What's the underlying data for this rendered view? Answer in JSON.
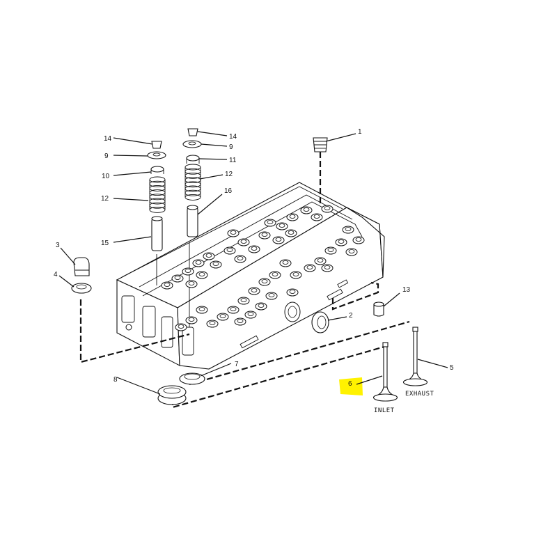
{
  "labels": {
    "n1": "1",
    "n2": "2",
    "n3": "3",
    "n4": "4",
    "n5": "5",
    "n6": "6",
    "n7": "7",
    "n8": "8",
    "n9a": "9",
    "n9b": "9",
    "n10": "10",
    "n11": "11",
    "n12a": "12",
    "n12b": "12",
    "n13": "13",
    "n14a": "14",
    "n14b": "14",
    "n15": "15",
    "n16": "16"
  },
  "captions": {
    "inlet": "INLET",
    "exhaust": "EXHAUST"
  },
  "colors": {
    "highlight": "#fff200",
    "ink": "#111111"
  }
}
